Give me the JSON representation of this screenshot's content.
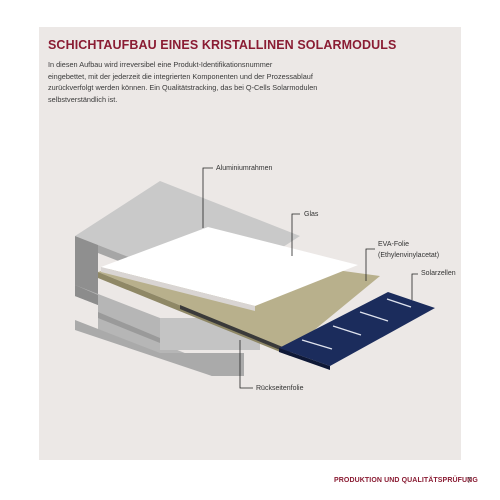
{
  "title": "SCHICHTAUFBAU EINES KRISTALLINEN SOLARMODULS",
  "intro_lines": [
    "In diesen Aufbau wird irreversibel eine Produkt-Identifikationsnummer",
    "eingebettet, mit der jederzeit die integrierten Komponenten und der Prozessablauf",
    "zurückverfolgt werden können. Ein Qualitätstracking, das bei Q-Cells Solarmodulen",
    "selbstverständlich ist."
  ],
  "labels": {
    "frame": "Aluminiumrahmen",
    "glass": "Glas",
    "eva_line1": "EVA-Folie",
    "eva_line2": "(Ethylenvinylacetat)",
    "cells": "Solarzellen",
    "backsheet": "Rückseitenfolie"
  },
  "footer": {
    "section": "PRODUKTION UND QUALITÄTSPRÜFUNG",
    "page_number": "7"
  },
  "colors": {
    "accent": "#8a1c33",
    "panel_background": "#ece8e6",
    "frame_gray": "#b4b4b4",
    "eva_olive": "#b8b08c",
    "cell_blue": "#1b2c5c"
  }
}
